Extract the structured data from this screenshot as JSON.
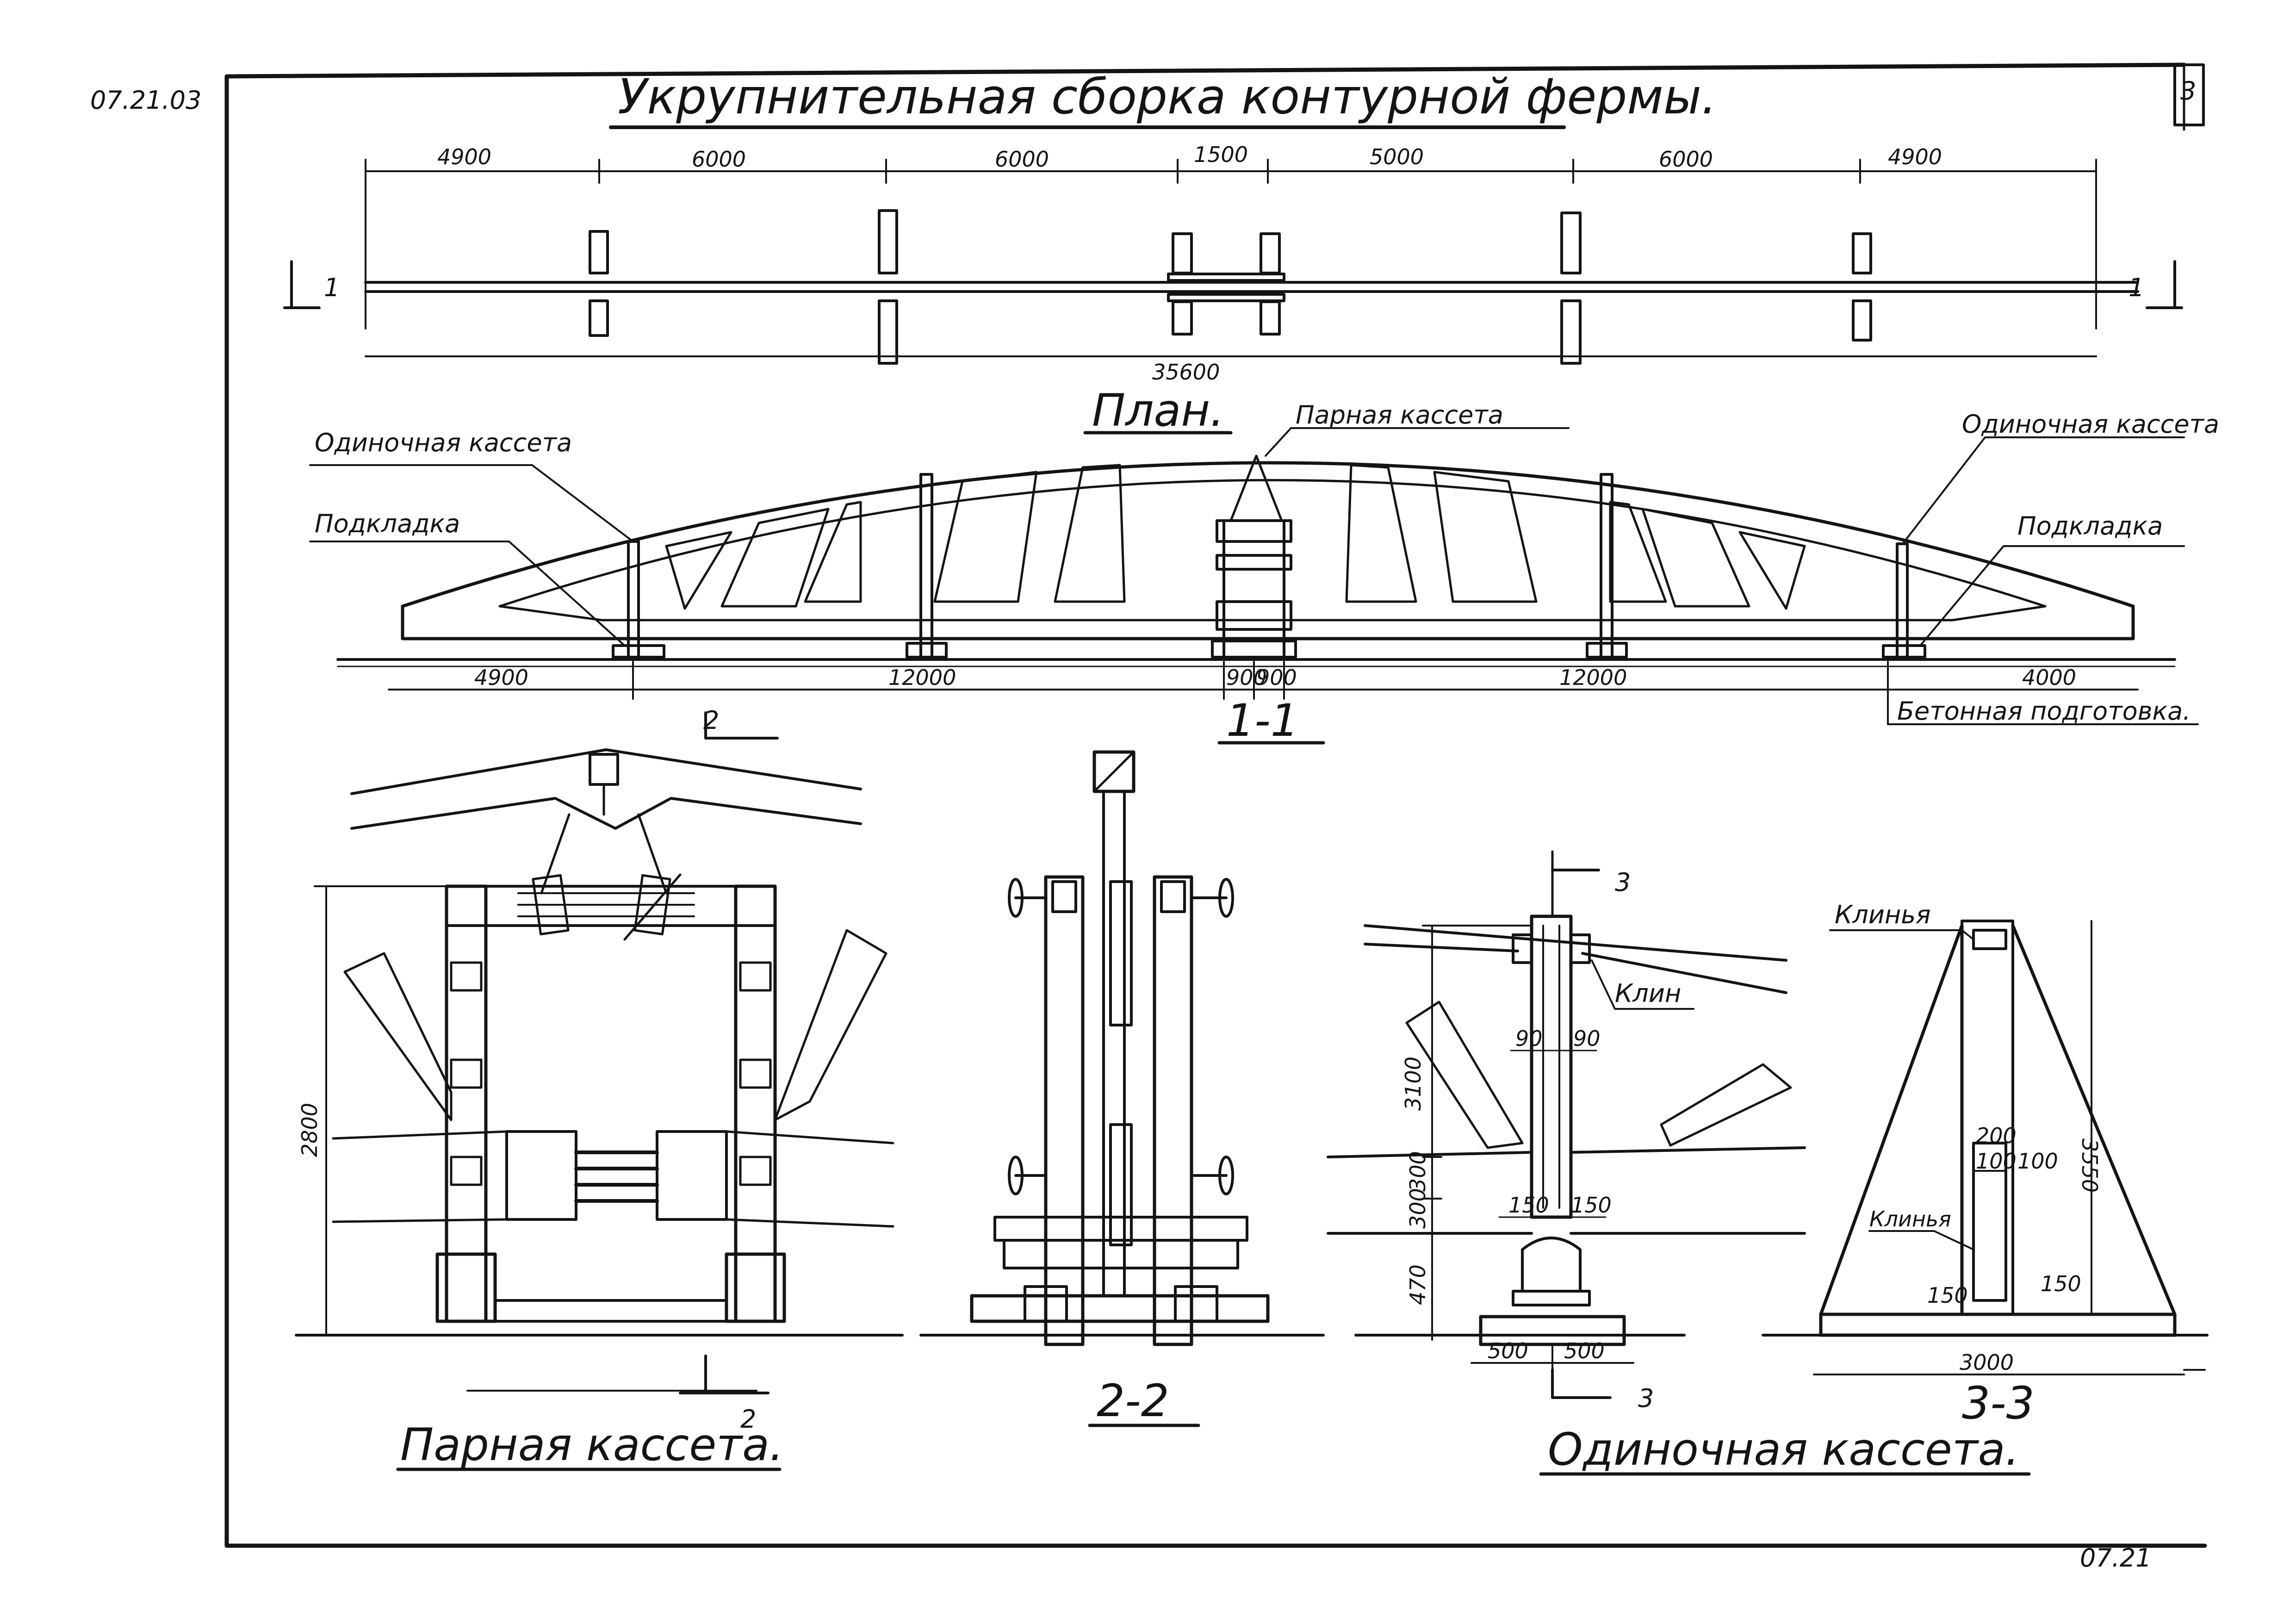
{
  "sheet": {
    "code_top": "07.21.03",
    "code_bottom": "07.21",
    "corner_mark": "3"
  },
  "title": "Укрупнительная сборка контурной фермы.",
  "plan": {
    "spans": [
      "4900",
      "6000",
      "6000",
      "1500",
      "5000",
      "6000",
      "4900"
    ],
    "total": "35600",
    "caption": "План.",
    "cut_mark": "1"
  },
  "section_1_1": {
    "caption": "1-1",
    "label_single_left": "Одиночная кассета",
    "label_pad_left": "Подкладка",
    "label_paired": "Парная кассета",
    "label_single_right": "Одиночная кассета",
    "label_pad_right": "Подкладка",
    "label_concrete": "Бетонная подготовка.",
    "dims": [
      "4900",
      "12000",
      "900",
      "900",
      "12000",
      "4000"
    ]
  },
  "paired_cassette": {
    "caption": "Парная кассета.",
    "cut_mark": "2",
    "dim_height": "2800"
  },
  "section_2_2": {
    "caption": "2-2"
  },
  "single_cassette": {
    "caption": "Одиночная кассета.",
    "cut_mark": "3",
    "label_wedge": "Клин",
    "dims": [
      "3100",
      "300",
      "300",
      "470",
      "90",
      "90",
      "150",
      "150",
      "500",
      "500"
    ]
  },
  "section_3_3": {
    "caption": "3-3",
    "label_wedges_top": "Клинья",
    "label_wedges_mid": "Клинья",
    "dims": [
      "3550",
      "200",
      "100",
      "100",
      "150",
      "150",
      "3000"
    ]
  }
}
